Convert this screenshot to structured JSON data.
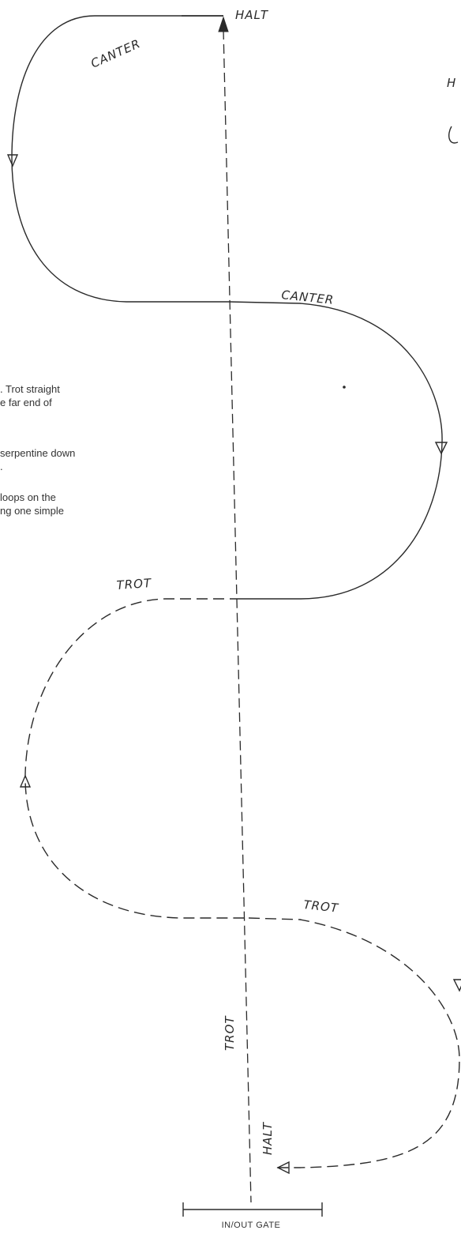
{
  "pattern": {
    "labels": {
      "halt_top": "HALT",
      "canter_1": "CANTER",
      "canter_2": "CANTER",
      "trot_1": "TROT",
      "trot_2": "TROT",
      "trot_center": "TROT",
      "halt_bottom": "HALT"
    },
    "gate_label": "IN/OUT GATE"
  },
  "instructions": {
    "lines": [
      ". Trot straight",
      "e far end of",
      "serpentine down",
      ".",
      "loops on the",
      "ng one simple"
    ]
  },
  "edge_marks": {
    "right_top": "H"
  }
}
